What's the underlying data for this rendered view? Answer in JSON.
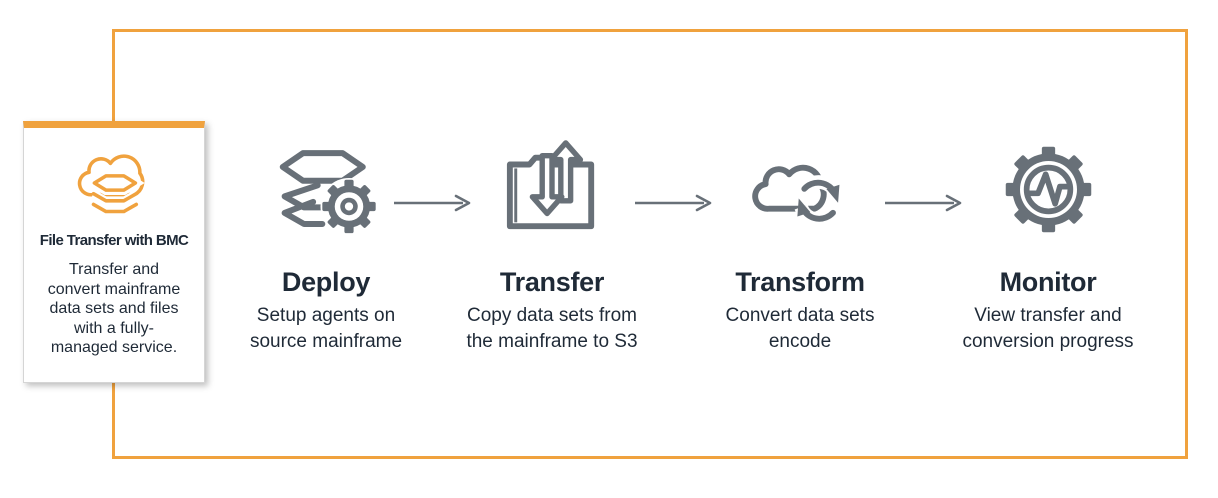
{
  "colors": {
    "accent": "#F0A23E",
    "icon": "#687078",
    "text": "#1F2A37"
  },
  "service_card": {
    "icon": "mainframe-file-transfer-cloud-icon",
    "title": "File Transfer with BMC",
    "description_lines": [
      "Transfer and",
      "convert mainframe",
      "data sets and files",
      "with a fully-",
      "managed service."
    ]
  },
  "workflow": {
    "steps": [
      {
        "icon": "layers-gear-icon",
        "title": "Deploy",
        "desc_lines": [
          "Setup agents on",
          "source mainframe"
        ]
      },
      {
        "icon": "folder-transfer-icon",
        "title": "Transfer",
        "desc_lines": [
          "Copy data sets from",
          "the mainframe to S3"
        ]
      },
      {
        "icon": "cloud-sync-icon",
        "title": "Transform",
        "desc_lines": [
          "Convert data sets",
          "encode"
        ]
      },
      {
        "icon": "gear-pulse-icon",
        "title": "Monitor",
        "desc_lines": [
          "View transfer and",
          "conversion progress"
        ]
      }
    ],
    "connector": "right-arrow-icon"
  }
}
